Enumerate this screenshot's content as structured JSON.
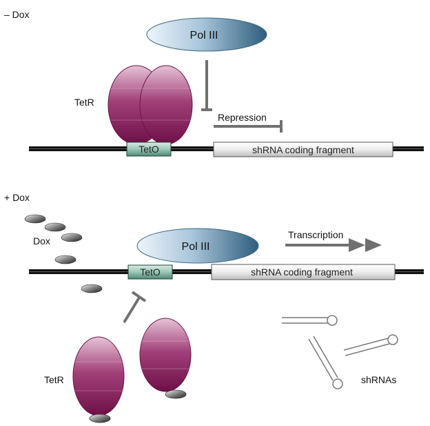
{
  "panels": {
    "minus_dox": {
      "condition": "– Dox",
      "polymerase": "Pol III",
      "repressor": "TetR",
      "operator": "TetO",
      "coding": "shRNA coding fragment",
      "effect": "Repression"
    },
    "plus_dox": {
      "condition": "+ Dox",
      "inducer": "Dox",
      "polymerase": "Pol III",
      "repressor": "TetR",
      "operator": "TetO",
      "coding": "shRNA coding fragment",
      "effect": "Transcription",
      "product": "shRNAs"
    }
  },
  "colors": {
    "tetr": "#8a1f5c",
    "tetr_light": "#e3bdd3",
    "pol_dark": "#2f5d7c",
    "pol_light": "#e8f1f7",
    "teto": "#3f7d6b",
    "arrow": "#707070",
    "dna": "#111111"
  }
}
